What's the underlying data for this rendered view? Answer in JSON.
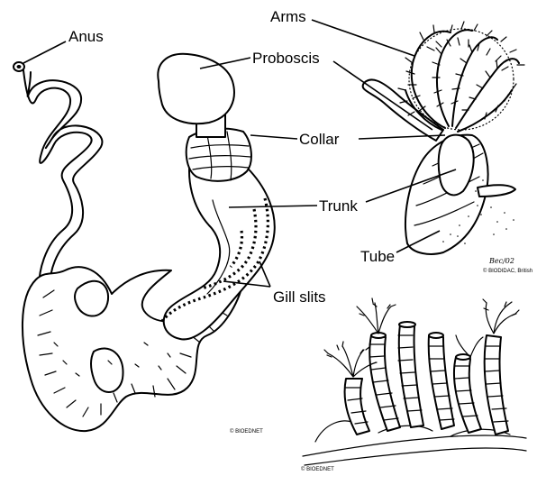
{
  "labels": {
    "anus": "Anus",
    "proboscis": "Proboscis",
    "collar": "Collar",
    "trunk": "Trunk",
    "gill_slits": "Gill slits",
    "arms": "Arms",
    "tube": "Tube"
  },
  "credits": {
    "acorn_worm": "© BIOEDNET",
    "pterobranch_sig": "Bec/02",
    "pterobranch": "© BIODIDAC, British",
    "colony": "© BIOEDNET"
  }
}
